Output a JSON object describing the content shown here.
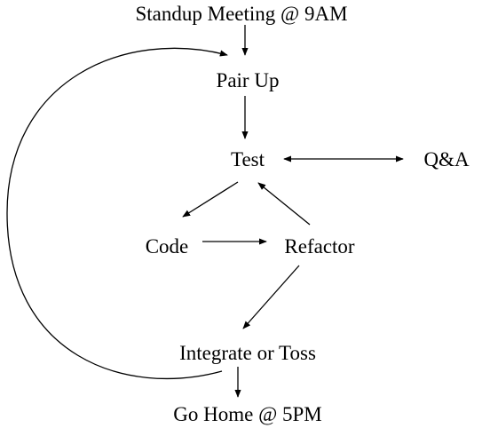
{
  "diagram": {
    "nodes": {
      "standup": "Standup Meeting @ 9AM",
      "pair_up": "Pair Up",
      "test": "Test",
      "qa": "Q&A",
      "code": "Code",
      "refactor": "Refactor",
      "integrate": "Integrate or Toss",
      "go_home": "Go Home @ 5PM"
    },
    "edges": [
      {
        "from": "standup",
        "to": "pair_up"
      },
      {
        "from": "pair_up",
        "to": "test"
      },
      {
        "from": "test",
        "to": "qa",
        "bidirectional": true
      },
      {
        "from": "test",
        "to": "code"
      },
      {
        "from": "code",
        "to": "refactor"
      },
      {
        "from": "refactor",
        "to": "test"
      },
      {
        "from": "refactor",
        "to": "integrate"
      },
      {
        "from": "integrate",
        "to": "go_home"
      },
      {
        "from": "integrate",
        "to": "pair_up",
        "shape": "loop"
      }
    ],
    "colors": {
      "ink": "#000000",
      "background": "#ffffff"
    }
  }
}
